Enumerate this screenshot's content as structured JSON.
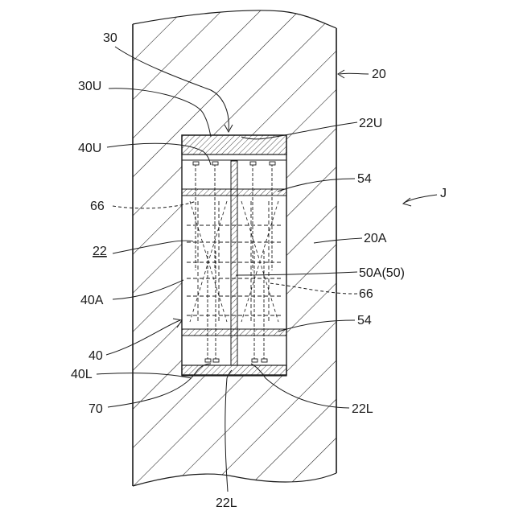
{
  "figure": {
    "background": "#ffffff",
    "ink_color": "#1a1a1a",
    "labels": {
      "l_30": "30",
      "l_30U": "30U",
      "l_40U": "40U",
      "l_66_left": "66",
      "l_22": "22",
      "l_40A": "40A",
      "l_40": "40",
      "l_40L": "40L",
      "l_70": "70",
      "l_22L_bottom": "22L",
      "l_20": "20",
      "l_22U": "22U",
      "l_54_top": "54",
      "l_J": "J",
      "l_20A": "20A",
      "l_50A": "50A(50)",
      "l_66_right": "66",
      "l_54_bottom": "54",
      "l_22L_right": "22L"
    }
  }
}
